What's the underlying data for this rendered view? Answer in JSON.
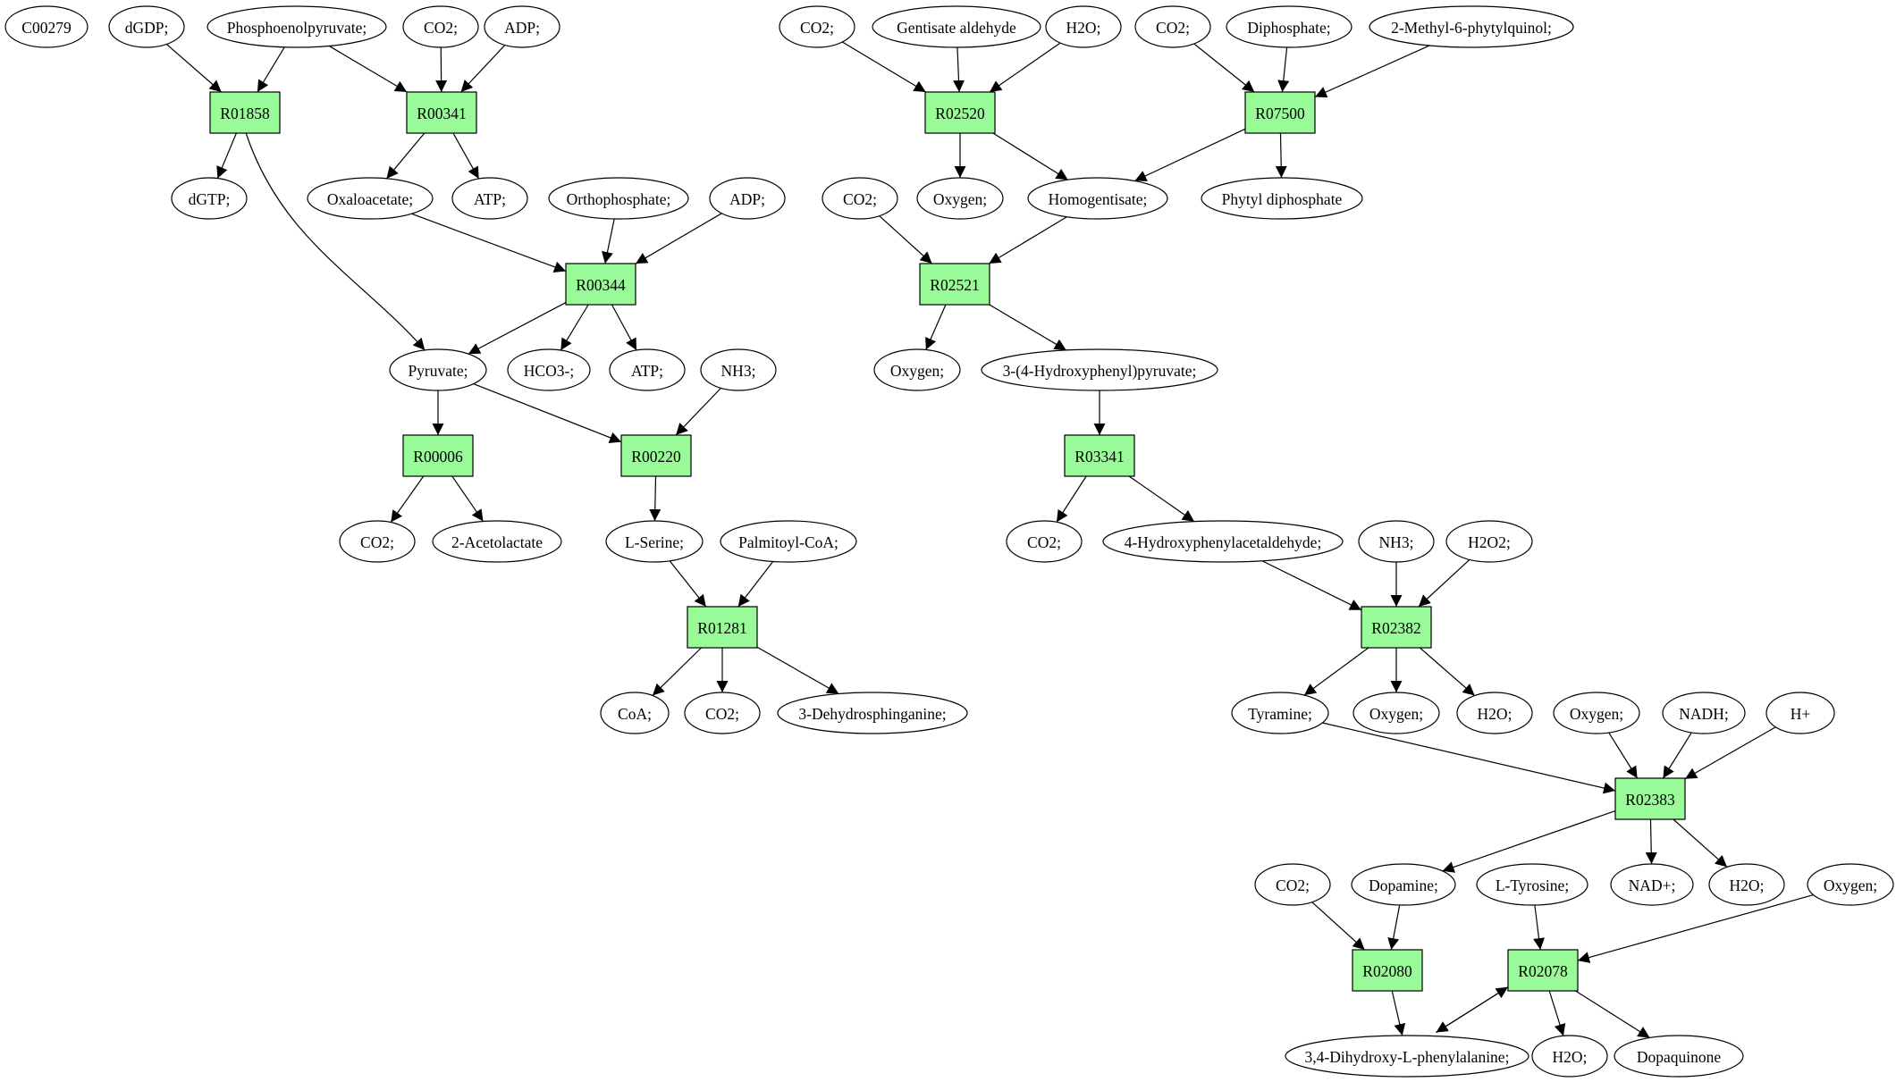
{
  "colors": {
    "reaction_fill": "#98fb98",
    "highlight_green": "#00ee00",
    "highlight_yellow": "#ffff00",
    "compound_fill": "#ffffff",
    "stroke": "#000000"
  },
  "compounds": {
    "c00279": {
      "label": "C00279",
      "highlight": "green"
    },
    "dgdp": {
      "label": "dGDP;"
    },
    "pep": {
      "label": "Phosphoenolpyruvate;",
      "highlight": "green"
    },
    "co2_a": {
      "label": "CO2;"
    },
    "adp_a": {
      "label": "ADP;"
    },
    "dgtp": {
      "label": "dGTP;"
    },
    "oxaloacetate": {
      "label": "Oxaloacetate;"
    },
    "atp_a": {
      "label": "ATP;"
    },
    "orthophosphate": {
      "label": "Orthophosphate;"
    },
    "adp_b": {
      "label": "ADP;"
    },
    "pyruvate": {
      "label": "Pyruvate;"
    },
    "hco3": {
      "label": "HCO3-;"
    },
    "atp_b": {
      "label": "ATP;"
    },
    "nh3_a": {
      "label": "NH3;"
    },
    "co2_b": {
      "label": "CO2;"
    },
    "acetolactate": {
      "label": "2-Acetolactate"
    },
    "lserine": {
      "label": "L-Serine;"
    },
    "palmitoylcoa": {
      "label": "Palmitoyl-CoA;"
    },
    "coa": {
      "label": "CoA;"
    },
    "co2_c": {
      "label": "CO2;"
    },
    "dehydrosphinganine": {
      "label": "3-Dehydrosphinganine;"
    },
    "co2_d": {
      "label": "CO2;"
    },
    "gentisate_aldehyde": {
      "label": "Gentisate aldehyde"
    },
    "h2o_a": {
      "label": "H2O;"
    },
    "co2_e": {
      "label": "CO2;"
    },
    "diphosphate": {
      "label": "Diphosphate;"
    },
    "methylphytylquinol": {
      "label": "2-Methyl-6-phytylquinol;"
    },
    "co2_f": {
      "label": "CO2;"
    },
    "oxygen_a": {
      "label": "Oxygen;"
    },
    "homogentisate": {
      "label": "Homogentisate;"
    },
    "phytyl_diphosphate": {
      "label": "Phytyl diphosphate"
    },
    "oxygen_b": {
      "label": "Oxygen;"
    },
    "hppyruvate": {
      "label": "3-(4-Hydroxyphenyl)pyruvate;"
    },
    "co2_g": {
      "label": "CO2;"
    },
    "hpacetaldehyde": {
      "label": "4-Hydroxyphenylacetaldehyde;"
    },
    "nh3_b": {
      "label": "NH3;"
    },
    "h2o2": {
      "label": "H2O2;"
    },
    "tyramine": {
      "label": "Tyramine;"
    },
    "oxygen_c": {
      "label": "Oxygen;"
    },
    "h2o_b": {
      "label": "H2O;"
    },
    "oxygen_d": {
      "label": "Oxygen;"
    },
    "nadh": {
      "label": "NADH;"
    },
    "hplus": {
      "label": "H+"
    },
    "co2_h": {
      "label": "CO2;"
    },
    "dopamine": {
      "label": "Dopamine;"
    },
    "ltyrosine": {
      "label": "L-Tyrosine;",
      "highlight": "yellow"
    },
    "nadplus": {
      "label": "NAD+;"
    },
    "h2o_c": {
      "label": "H2O;"
    },
    "oxygen_e": {
      "label": "Oxygen;"
    },
    "ldopa": {
      "label": "3,4-Dihydroxy-L-phenylalanine;"
    },
    "h2o_d": {
      "label": "H2O;"
    },
    "dopaquinone": {
      "label": "Dopaquinone"
    }
  },
  "reactions": {
    "r01858": {
      "label": "R01858"
    },
    "r00341": {
      "label": "R00341"
    },
    "r00344": {
      "label": "R00344"
    },
    "r00006": {
      "label": "R00006"
    },
    "r00220": {
      "label": "R00220"
    },
    "r01281": {
      "label": "R01281"
    },
    "r02520": {
      "label": "R02520"
    },
    "r07500": {
      "label": "R07500"
    },
    "r02521": {
      "label": "R02521"
    },
    "r03341": {
      "label": "R03341"
    },
    "r02382": {
      "label": "R02382"
    },
    "r02383": {
      "label": "R02383"
    },
    "r02080": {
      "label": "R02080"
    },
    "r02078": {
      "label": "R02078"
    }
  },
  "edges": [
    [
      "dgdp",
      "r01858"
    ],
    [
      "pep",
      "r01858"
    ],
    [
      "r01858",
      "dgtp"
    ],
    [
      "r01858",
      "pyruvate"
    ],
    [
      "pep",
      "r00341"
    ],
    [
      "co2_a",
      "r00341"
    ],
    [
      "adp_a",
      "r00341"
    ],
    [
      "r00341",
      "oxaloacetate"
    ],
    [
      "r00341",
      "atp_a"
    ],
    [
      "oxaloacetate",
      "r00344"
    ],
    [
      "orthophosphate",
      "r00344"
    ],
    [
      "adp_b",
      "r00344"
    ],
    [
      "r00344",
      "pyruvate"
    ],
    [
      "r00344",
      "hco3"
    ],
    [
      "r00344",
      "atp_b"
    ],
    [
      "pyruvate",
      "r00006"
    ],
    [
      "r00006",
      "co2_b"
    ],
    [
      "r00006",
      "acetolactate"
    ],
    [
      "pyruvate",
      "r00220"
    ],
    [
      "nh3_a",
      "r00220"
    ],
    [
      "r00220",
      "lserine"
    ],
    [
      "lserine",
      "r01281"
    ],
    [
      "palmitoylcoa",
      "r01281"
    ],
    [
      "r01281",
      "coa"
    ],
    [
      "r01281",
      "co2_c"
    ],
    [
      "r01281",
      "dehydrosphinganine"
    ],
    [
      "co2_d",
      "r02520"
    ],
    [
      "gentisate_aldehyde",
      "r02520"
    ],
    [
      "h2o_a",
      "r02520"
    ],
    [
      "r02520",
      "oxygen_a"
    ],
    [
      "r02520",
      "homogentisate"
    ],
    [
      "co2_e",
      "r07500"
    ],
    [
      "diphosphate",
      "r07500"
    ],
    [
      "methylphytylquinol",
      "r07500"
    ],
    [
      "r07500",
      "homogentisate"
    ],
    [
      "r07500",
      "phytyl_diphosphate"
    ],
    [
      "co2_f",
      "r02521"
    ],
    [
      "homogentisate",
      "r02521"
    ],
    [
      "r02521",
      "oxygen_b"
    ],
    [
      "r02521",
      "hppyruvate"
    ],
    [
      "hppyruvate",
      "r03341"
    ],
    [
      "r03341",
      "co2_g"
    ],
    [
      "r03341",
      "hpacetaldehyde"
    ],
    [
      "hpacetaldehyde",
      "r02382"
    ],
    [
      "nh3_b",
      "r02382"
    ],
    [
      "h2o2",
      "r02382"
    ],
    [
      "r02382",
      "tyramine"
    ],
    [
      "r02382",
      "oxygen_c"
    ],
    [
      "r02382",
      "h2o_b"
    ],
    [
      "tyramine",
      "r02383"
    ],
    [
      "oxygen_d",
      "r02383"
    ],
    [
      "nadh",
      "r02383"
    ],
    [
      "hplus",
      "r02383"
    ],
    [
      "r02383",
      "dopamine"
    ],
    [
      "r02383",
      "nadplus"
    ],
    [
      "r02383",
      "h2o_c"
    ],
    [
      "co2_h",
      "r02080"
    ],
    [
      "dopamine",
      "r02080"
    ],
    [
      "r02080",
      "ldopa"
    ],
    [
      "ltyrosine",
      "r02078"
    ],
    [
      "oxygen_e",
      "r02078"
    ],
    [
      "ldopa",
      "r02078"
    ],
    [
      "r02078",
      "ldopa"
    ],
    [
      "r02078",
      "h2o_d"
    ],
    [
      "r02078",
      "dopaquinone"
    ]
  ]
}
